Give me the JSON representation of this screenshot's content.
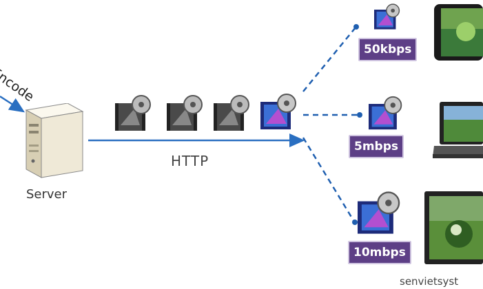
{
  "labels": {
    "encode": "Encode",
    "server": "Server",
    "http": "HTTP",
    "watermark": "senvietsyst"
  },
  "bitrates": [
    "50kbps",
    "5mbps",
    "10mbps"
  ],
  "colors": {
    "arrow_blue": "#2a6fc1",
    "badge_purple": "#5d3f86",
    "server_beige": "#efe9d7"
  },
  "icons": [
    "video-segment-gray-icon",
    "video-segment-colored-icon",
    "server-tower-icon",
    "smartphone-icon",
    "laptop-icon",
    "monitor-icon"
  ]
}
